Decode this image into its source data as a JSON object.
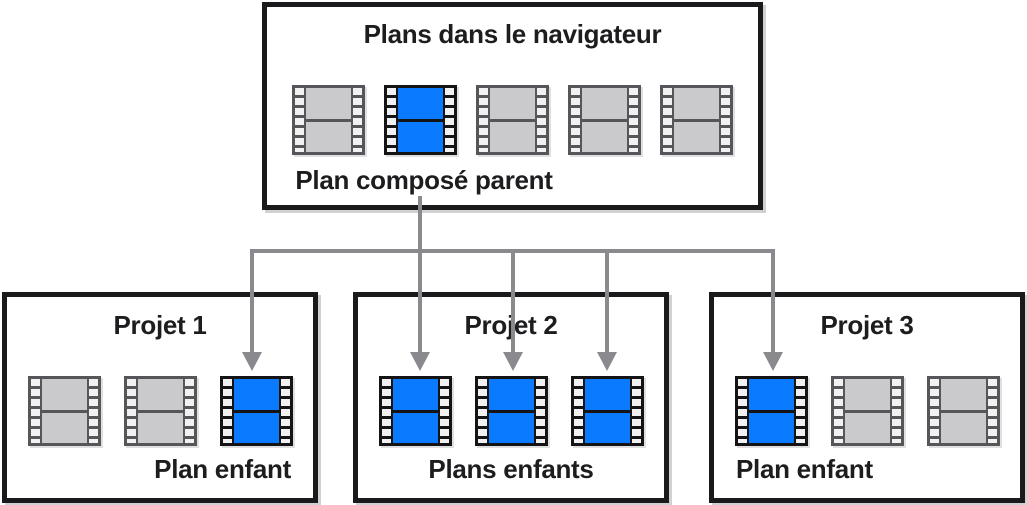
{
  "browser_box": {
    "title": "Plans dans le navigateur",
    "parent_label": "Plan composé parent",
    "clips": [
      "gray",
      "blue",
      "gray",
      "gray",
      "gray"
    ]
  },
  "projects": [
    {
      "title": "Projet 1",
      "label": "Plan enfant",
      "label_align": "right",
      "clips": [
        "gray",
        "gray",
        "blue"
      ]
    },
    {
      "title": "Projet 2",
      "label": "Plans enfants",
      "label_align": "center",
      "clips": [
        "blue",
        "blue",
        "blue"
      ]
    },
    {
      "title": "Projet 3",
      "label": "Plan enfant",
      "label_align": "left",
      "clips": [
        "blue",
        "gray",
        "gray"
      ]
    }
  ],
  "colors": {
    "clip_blue": "#0a7aff",
    "clip_blue_frame_border": "#141416",
    "clip_gray_fill": "#cacacc",
    "clip_gray_frame_border": "#56565a",
    "sprocket_hole": "#f1f1f2",
    "box_border": "#1a1a1c",
    "connector_gray": "#8a8a8e",
    "text": "#1d1d1f",
    "background": "#ffffff"
  }
}
